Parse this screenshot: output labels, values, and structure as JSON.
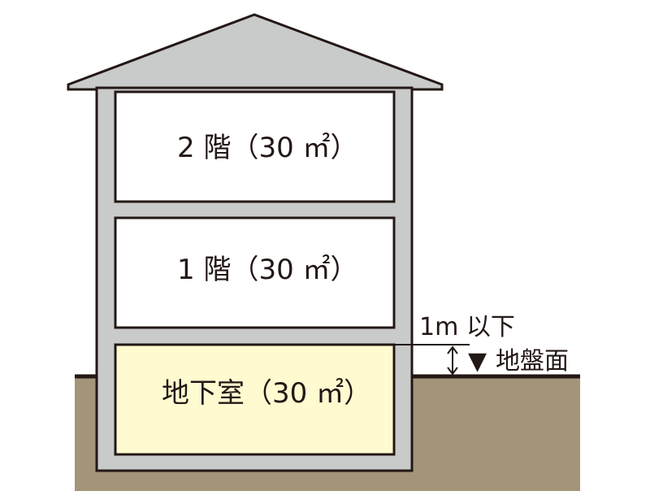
{
  "diagram": {
    "rooms": {
      "floor2": {
        "label": "2 階（30 ㎡）"
      },
      "floor1": {
        "label": "1 階（30 ㎡）"
      },
      "basement": {
        "label": "地下室（30 ㎡）"
      }
    },
    "annotation": {
      "height_limit": "1m 以下",
      "ground_surface": "地盤面",
      "ground_marker": "▼"
    },
    "colors": {
      "outline": "#231815",
      "wall": "#c9caca",
      "room": "#ffffff",
      "basement_room": "#fffbd0",
      "ground": "#a29579"
    }
  }
}
